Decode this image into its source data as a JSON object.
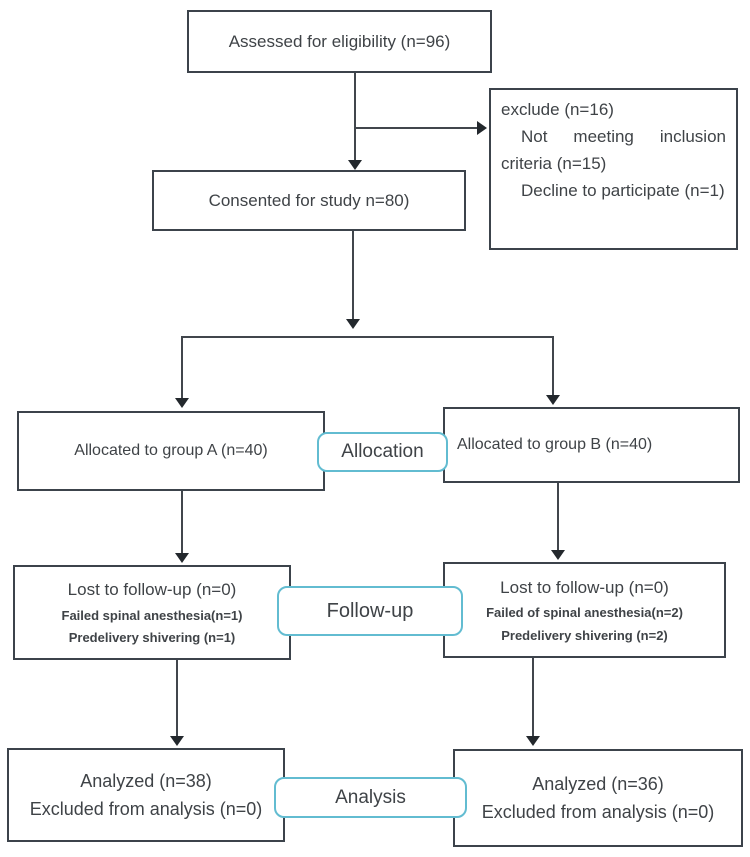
{
  "flow": {
    "assessed": "Assessed for eligibility (n=96)",
    "excluded": {
      "title": "exclude (n=16)",
      "reason1": "Not meeting inclusion criteria (n=15)",
      "reason2": "Decline to participate (n=1)"
    },
    "consented": "Consented for study n=80)",
    "allocation": {
      "label": "Allocation",
      "group_a": "Allocated to group A (n=40)",
      "group_b": "Allocated to group B (n=40)"
    },
    "followup": {
      "label": "Follow-up",
      "group_a": {
        "line1": "Lost to follow-up (n=0)",
        "line2": "Failed spinal anesthesia(n=1)",
        "line3": "Predelivery shivering (n=1)"
      },
      "group_b": {
        "line1": "Lost to follow-up (n=0)",
        "line2": "Failed of spinal anesthesia(n=2)",
        "line3": "Predelivery shivering (n=2)"
      }
    },
    "analysis": {
      "label": "Analysis",
      "group_a": {
        "line1": "Analyzed (n=38)",
        "line2": "Excluded from analysis (n=0)"
      },
      "group_b": {
        "line1": "Analyzed (n=36)",
        "line2": "Excluded from analysis (n=0)"
      }
    }
  },
  "colors": {
    "box_border": "#3c434b",
    "stage_border": "#62bcd1",
    "arrow": "#23282d",
    "text": "#3f4347",
    "background": "#ffffff"
  }
}
